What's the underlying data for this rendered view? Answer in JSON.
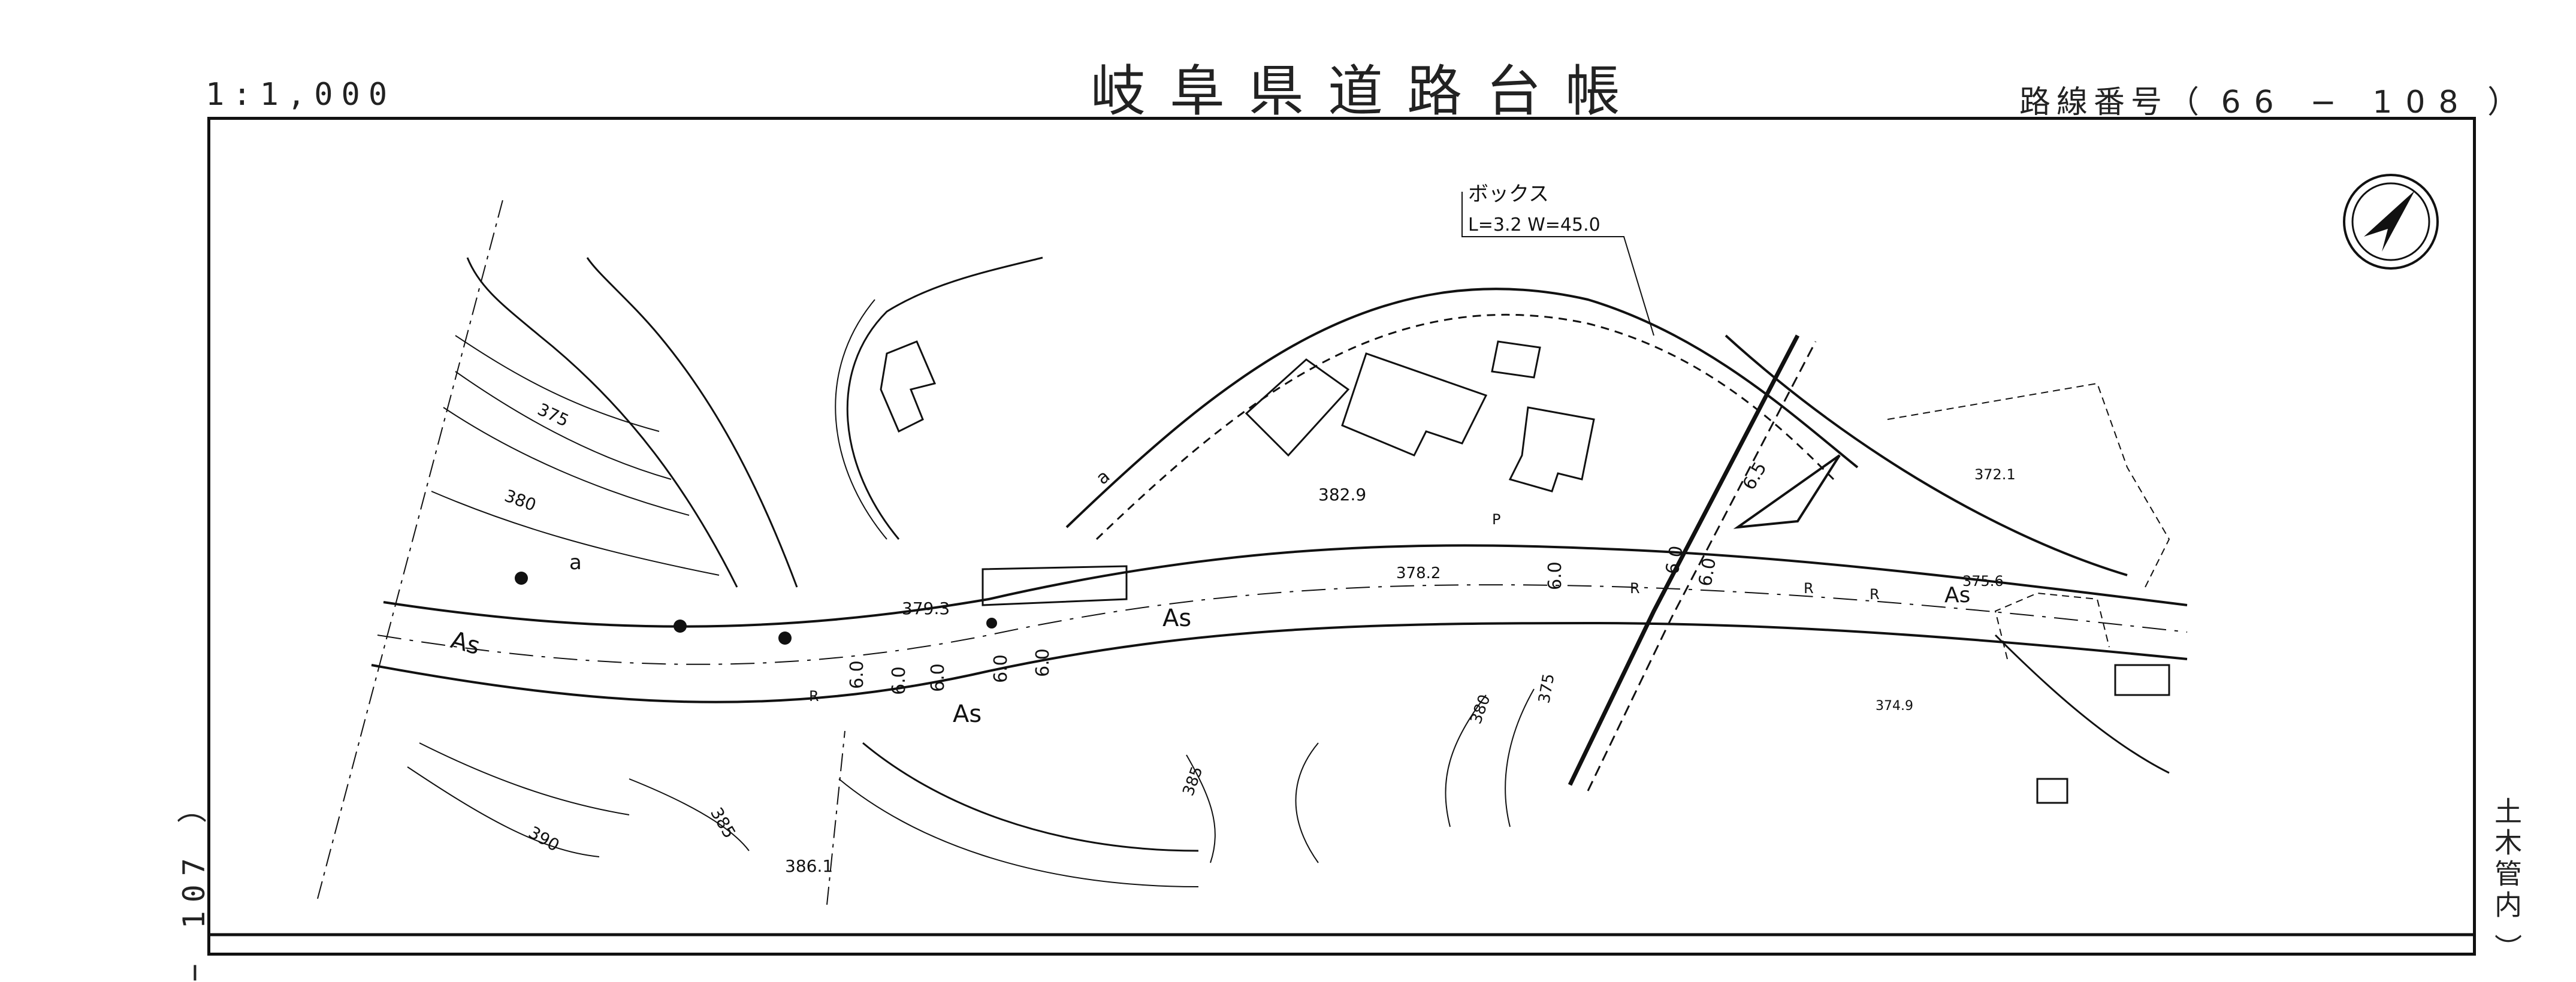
{
  "header": {
    "scale": "1:1,000",
    "title": "岐阜県道路台帳",
    "route_prefix": "路線番号（",
    "route_number": "66 − 108",
    "route_suffix": "）"
  },
  "edges": {
    "left": "− 107 ）",
    "right": "土木管内 ）"
  },
  "map": {
    "box_culvert": {
      "name": "ボックス",
      "spec": "L=3.2  W=45.0"
    },
    "spot_heights": [
      "382.9",
      "379.3",
      "378.2",
      "372.1",
      "375.6",
      "374.9",
      "386.1"
    ],
    "contour_labels": [
      "375",
      "380",
      "385",
      "390",
      "385",
      "380",
      "375"
    ],
    "surface_labels": [
      "As",
      "As",
      "As",
      "As"
    ],
    "widths": [
      "6.0",
      "6.0",
      "6.0",
      "6.0",
      "6.0",
      "6.0",
      "6.0",
      "6.0",
      "6.5"
    ],
    "misc_labels": [
      "a",
      "a",
      "P",
      "R",
      "R",
      "R",
      "R"
    ],
    "north_arrow": "north-arrow"
  }
}
